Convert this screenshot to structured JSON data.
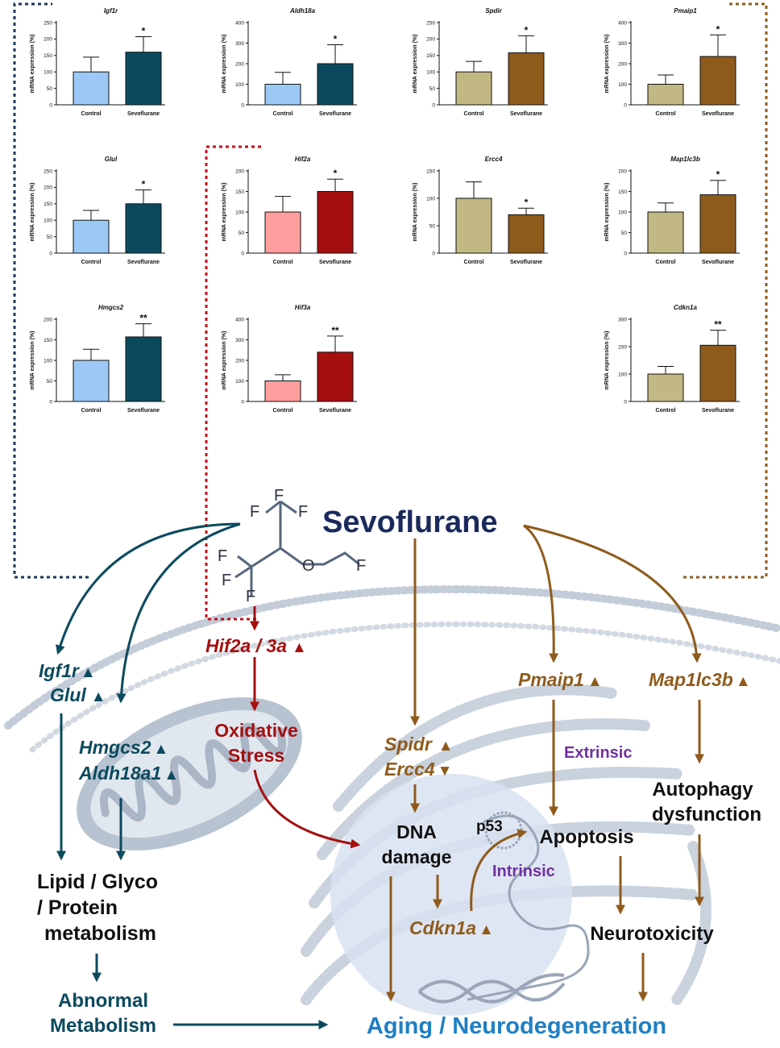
{
  "colors": {
    "teal_dark": "#0b4a5e",
    "teal_light": "#9cc8f5",
    "red_dark": "#a50f10",
    "red_light": "#ff9e9e",
    "brown_dark": "#8f5b1c",
    "brown_light": "#c2b883",
    "navy": "#1b2a5c",
    "purple": "#7030a0",
    "blue": "#1f7fc4",
    "gray_organelle": "#bcc6d3"
  },
  "chart_data": [
    {
      "type": "bar",
      "title": "Igf1r",
      "ylabel": "mRNA expression (%)",
      "ylim": [
        0,
        250
      ],
      "yticks": [
        0,
        50,
        100,
        150,
        200,
        250
      ],
      "categories": [
        "Control",
        "Sevoflurane"
      ],
      "values": [
        100,
        160
      ],
      "errors": [
        45,
        47
      ],
      "significance": "*",
      "color_group": "teal"
    },
    {
      "type": "bar",
      "title": "Aldh18a",
      "ylabel": "mRNA expression (%)",
      "ylim": [
        0,
        400
      ],
      "yticks": [
        0,
        100,
        200,
        300,
        400
      ],
      "categories": [
        "Control",
        "Sevoflurane"
      ],
      "values": [
        100,
        200
      ],
      "errors": [
        58,
        92
      ],
      "significance": "*",
      "color_group": "teal"
    },
    {
      "type": "bar",
      "title": "Spdir",
      "ylabel": "mRNA expression (%)",
      "ylim": [
        0,
        250
      ],
      "yticks": [
        0,
        50,
        100,
        150,
        200,
        250
      ],
      "categories": [
        "Control",
        "Sevoflurane"
      ],
      "values": [
        100,
        158
      ],
      "errors": [
        32,
        52
      ],
      "significance": "*",
      "color_group": "brown"
    },
    {
      "type": "bar",
      "title": "Pmaip1",
      "ylabel": "mRNA expression (%)",
      "ylim": [
        0,
        400
      ],
      "yticks": [
        0,
        100,
        200,
        300,
        400
      ],
      "categories": [
        "Control",
        "Sevoflurane"
      ],
      "values": [
        100,
        235
      ],
      "errors": [
        45,
        105
      ],
      "significance": "*",
      "color_group": "brown"
    },
    {
      "type": "bar",
      "title": "Glul",
      "ylabel": "mRNA expression (%)",
      "ylim": [
        0,
        250
      ],
      "yticks": [
        0,
        50,
        100,
        150,
        200,
        250
      ],
      "categories": [
        "Control",
        "Sevoflurane"
      ],
      "values": [
        100,
        150
      ],
      "errors": [
        30,
        42
      ],
      "significance": "*",
      "color_group": "teal"
    },
    {
      "type": "bar",
      "title": "Hif2a",
      "ylabel": "mRNA expression (%)",
      "ylim": [
        0,
        200
      ],
      "yticks": [
        0,
        50,
        100,
        150,
        200
      ],
      "categories": [
        "Control",
        "Sevoflurane"
      ],
      "values": [
        100,
        150
      ],
      "errors": [
        38,
        30
      ],
      "significance": "*",
      "color_group": "red"
    },
    {
      "type": "bar",
      "title": "Ercc4",
      "ylabel": "mRNA expression (%)",
      "ylim": [
        0,
        150
      ],
      "yticks": [
        0,
        50,
        100,
        150
      ],
      "categories": [
        "Control",
        "Sevoflurane"
      ],
      "values": [
        100,
        70
      ],
      "errors": [
        30,
        12
      ],
      "significance": "*",
      "color_group": "brown"
    },
    {
      "type": "bar",
      "title": "Map1lc3b",
      "ylabel": "mRNA expression (%)",
      "ylim": [
        0,
        200
      ],
      "yticks": [
        0,
        50,
        100,
        150,
        200
      ],
      "categories": [
        "Control",
        "Sevoflurane"
      ],
      "values": [
        100,
        142
      ],
      "errors": [
        22,
        35
      ],
      "significance": "*",
      "color_group": "brown"
    },
    {
      "type": "bar",
      "title": "Hmgcs2",
      "ylabel": "mRNA expression (%)",
      "ylim": [
        0,
        200
      ],
      "yticks": [
        0,
        50,
        100,
        150,
        200
      ],
      "categories": [
        "Control",
        "Sevoflurane"
      ],
      "values": [
        100,
        157
      ],
      "errors": [
        27,
        32
      ],
      "significance": "**",
      "color_group": "teal"
    },
    {
      "type": "bar",
      "title": "Hif3a",
      "ylabel": "mRNA expression (%)",
      "ylim": [
        0,
        400
      ],
      "yticks": [
        0,
        100,
        200,
        300,
        400
      ],
      "categories": [
        "Control",
        "Sevoflurane"
      ],
      "values": [
        100,
        240
      ],
      "errors": [
        30,
        78
      ],
      "significance": "**",
      "color_group": "red"
    },
    {
      "type": "bar",
      "title": "Cdkn1a",
      "ylabel": "mRNA expression (%)",
      "ylim": [
        0,
        300
      ],
      "yticks": [
        0,
        100,
        200,
        300
      ],
      "categories": [
        "Control",
        "Sevoflurane"
      ],
      "values": [
        100,
        205
      ],
      "errors": [
        28,
        55
      ],
      "significance": "**",
      "color_group": "brown"
    }
  ],
  "diagram": {
    "title": "Sevoflurane",
    "molecule_atoms": [
      "F",
      "F",
      "F",
      "F",
      "F",
      "F",
      "O",
      "F"
    ],
    "igf1r_label": "Igf1r",
    "glul_label": "Glul",
    "hmgcs2_label": "Hmgcs2",
    "aldh_label": "Aldh18a1",
    "metab_line1": "Lipid / Glyco",
    "metab_line2": "/ Protein",
    "metab_line3": "metabolism",
    "abnormal_line1": "Abnormal",
    "abnormal_line2": "Metabolism",
    "hif_label": "Hif2a / 3a",
    "oxidative_line1": "Oxidative",
    "oxidative_line2": "Stress",
    "spidr_label": "Spidr",
    "ercc4_label": "Ercc4",
    "dna_line1": "DNA",
    "dna_line2": "damage",
    "cdkn1a_label": "Cdkn1a",
    "p53_label": "p53",
    "intrinsic_label": "Intrinsic",
    "extrinsic_label": "Extrinsic",
    "pmaip1_label": "Pmaip1",
    "map1lc3b_label": "Map1lc3b",
    "apoptosis_label": "Apoptosis",
    "autophagy_line1": "Autophagy",
    "autophagy_line2": "dysfunction",
    "neurotoxicity_label": "Neurotoxicity",
    "aging_label": "Aging / Neurodegeneration",
    "up_arrow": "▲",
    "down_arrow": "▼"
  }
}
